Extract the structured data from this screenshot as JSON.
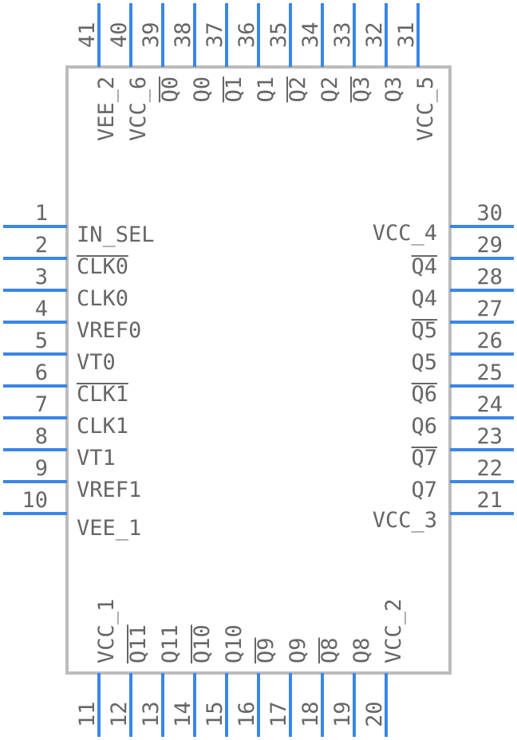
{
  "component": {
    "left_pins": [
      {
        "num": "1",
        "label": "IN_SEL",
        "bar": false
      },
      {
        "num": "2",
        "label": "CLK0",
        "bar": true
      },
      {
        "num": "3",
        "label": "CLK0",
        "bar": false
      },
      {
        "num": "4",
        "label": "VREF0",
        "bar": false
      },
      {
        "num": "5",
        "label": "VT0",
        "bar": false
      },
      {
        "num": "6",
        "label": "CLK1",
        "bar": true
      },
      {
        "num": "7",
        "label": "CLK1",
        "bar": false
      },
      {
        "num": "8",
        "label": "VT1",
        "bar": false
      },
      {
        "num": "9",
        "label": "VREF1",
        "bar": false
      },
      {
        "num": "10",
        "label": "VEE_1",
        "bar": false
      }
    ],
    "right_pins": [
      {
        "num": "30",
        "label": "VCC_4",
        "bar": false
      },
      {
        "num": "29",
        "label": "Q4",
        "bar": true
      },
      {
        "num": "28",
        "label": "Q4",
        "bar": false
      },
      {
        "num": "27",
        "label": "Q5",
        "bar": true
      },
      {
        "num": "26",
        "label": "Q5",
        "bar": false
      },
      {
        "num": "25",
        "label": "Q6",
        "bar": true
      },
      {
        "num": "24",
        "label": "Q6",
        "bar": false
      },
      {
        "num": "23",
        "label": "Q7",
        "bar": true
      },
      {
        "num": "22",
        "label": "Q7",
        "bar": false
      },
      {
        "num": "21",
        "label": "VCC_3",
        "bar": false
      }
    ],
    "bottom_pins": [
      {
        "num": "11",
        "label": "VCC_1",
        "bar": false
      },
      {
        "num": "12",
        "label": "Q11",
        "bar": true
      },
      {
        "num": "13",
        "label": "Q11",
        "bar": false
      },
      {
        "num": "14",
        "label": "Q10",
        "bar": true
      },
      {
        "num": "15",
        "label": "Q10",
        "bar": false
      },
      {
        "num": "16",
        "label": "Q9",
        "bar": true
      },
      {
        "num": "17",
        "label": "Q9",
        "bar": false
      },
      {
        "num": "18",
        "label": "Q8",
        "bar": true
      },
      {
        "num": "19",
        "label": "Q8",
        "bar": false
      },
      {
        "num": "20",
        "label": "VCC_2",
        "bar": false
      }
    ],
    "top_pins": [
      {
        "num": "41",
        "label": "VEE_2",
        "bar": false
      },
      {
        "num": "40",
        "label": "VCC_6",
        "bar": false
      },
      {
        "num": "39",
        "label": "Q0",
        "bar": true
      },
      {
        "num": "38",
        "label": "Q0",
        "bar": false
      },
      {
        "num": "37",
        "label": "Q1",
        "bar": true
      },
      {
        "num": "36",
        "label": "Q1",
        "bar": false
      },
      {
        "num": "35",
        "label": "Q2",
        "bar": true
      },
      {
        "num": "34",
        "label": "Q2",
        "bar": false
      },
      {
        "num": "33",
        "label": "Q3",
        "bar": true
      },
      {
        "num": "32",
        "label": "Q3",
        "bar": false
      },
      {
        "num": "31",
        "label": "VCC_5",
        "bar": false
      }
    ]
  },
  "colors": {
    "pin": "#3a86e8",
    "body": "#bcbcbc",
    "text": "#666666"
  }
}
